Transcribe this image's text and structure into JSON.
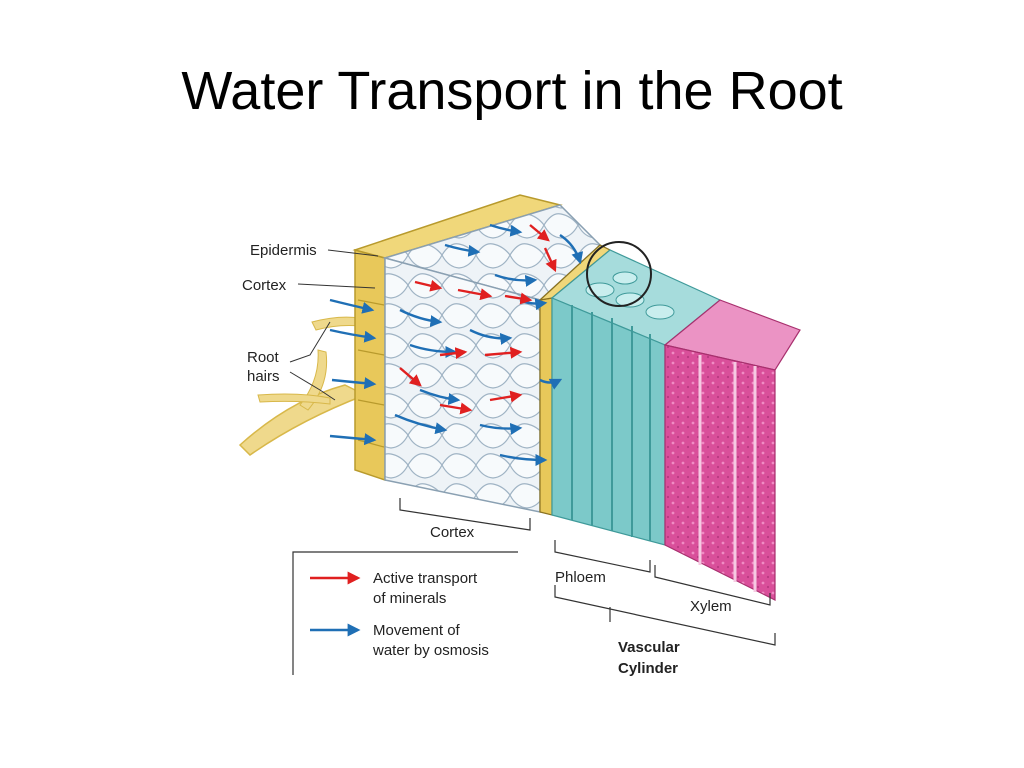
{
  "title": "Water Transport in the Root",
  "labels": {
    "epidermis": "Epidermis",
    "cortex_top": "Cortex",
    "root_hairs_line1": "Root",
    "root_hairs_line2": "hairs",
    "cortex_bottom": "Cortex",
    "phloem": "Phloem",
    "xylem": "Xylem",
    "vascular_line1": "Vascular",
    "vascular_line2": "Cylinder"
  },
  "legend": {
    "active_line1": "Active transport",
    "active_line2": "of minerals",
    "water_line1": "Movement of",
    "water_line2": "water by osmosis"
  },
  "colors": {
    "active_arrow": "#e02020",
    "water_arrow": "#1f6fb5",
    "epidermis": "#e8c85a",
    "cortex": "#dfe8f0",
    "phloem": "#7cc9c9",
    "xylem": "#d94f9a"
  }
}
